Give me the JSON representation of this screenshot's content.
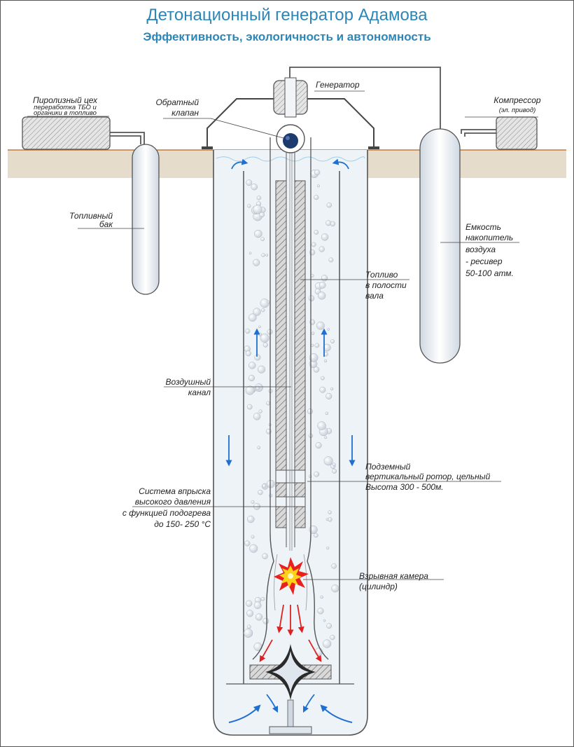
{
  "title": "Детонационный генератор Адамова",
  "subtitle": "Эффективность, экологичность и автономность",
  "labels": {
    "pyrolysis_1": "Пиролизный цех",
    "pyrolysis_2": "переработка ТБО и",
    "pyrolysis_3": "органики в топливо",
    "fuel_tank_1": "Топливный",
    "fuel_tank_2": "бак",
    "generator": "Генератор",
    "check_valve_1": "Обратный",
    "check_valve_2": "клапан",
    "compressor_1": "Компрессор",
    "compressor_2": "(эл. привод)",
    "receiver_1": "Емкость",
    "receiver_2": "накопитель",
    "receiver_3": "воздуха",
    "receiver_4": "- ресивер",
    "receiver_5": "50-100 атм.",
    "fuel_shaft_1": "Топливо",
    "fuel_shaft_2": "в полости",
    "fuel_shaft_3": "вала",
    "air_channel_1": "Воздушный",
    "air_channel_2": "канал",
    "rotor_1": "Подземный",
    "rotor_2": "вертикальный ротор, цельный",
    "rotor_3": "Высота 300 - 500м.",
    "injection_1": "Система впрыска",
    "injection_2": "высокого давления",
    "injection_3": "с функцией подогрева",
    "injection_4": "до 150- 250 °С",
    "chamber_1": "Взрывная камера",
    "chamber_2": "(цилиндр)"
  },
  "colors": {
    "title": "#2c86b8",
    "flow_arrow": "#1f6fd0",
    "blast_arrow": "#e02020",
    "ground": "#e6dccb",
    "ground_line": "#b5651d",
    "liquid": "#eef3f8"
  }
}
